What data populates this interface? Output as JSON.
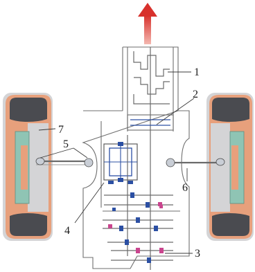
{
  "labels": {
    "l1": "1",
    "l2": "2",
    "l3": "3",
    "l4": "4",
    "l5": "5",
    "l6": "6",
    "l7": "7"
  },
  "colors": {
    "arrow": "#d8312c",
    "tire": "#4a4b50",
    "rim": "#e7a07c",
    "hub": "#8fc4b4",
    "wheel_bg": "#d4d4d6",
    "gear": "#2b4fa3",
    "gear_accent": "#c9458e"
  }
}
